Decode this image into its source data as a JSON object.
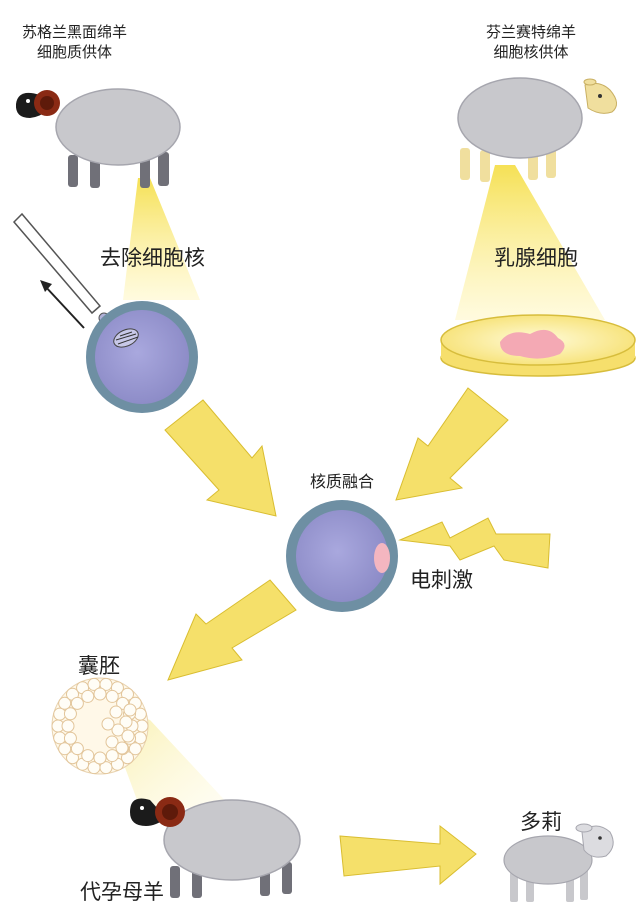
{
  "labels": {
    "donor_cytoplasm": "苏格兰黑面绵羊\n细胞质供体",
    "donor_nucleus": "芬兰赛特绵羊\n细胞核供体",
    "enucleation": "去除细胞核",
    "mammary_cell": "乳腺细胞",
    "fusion": "核质融合",
    "electric": "电刺激",
    "blastocyst": "囊胚",
    "surrogate": "代孕母羊",
    "dolly": "多莉"
  },
  "colors": {
    "arrow_fill": "#f5e06a",
    "beam": "#fff3a0",
    "sheep_body": "#c8c8cc",
    "black_face": "#1b1b1b",
    "white_face": "#f0df9e",
    "horn": "#8a2a14",
    "egg_rim": "#6e8fa3",
    "egg_cytoplasm": "#9c9bd4",
    "tissue": "#f4a9b4"
  }
}
